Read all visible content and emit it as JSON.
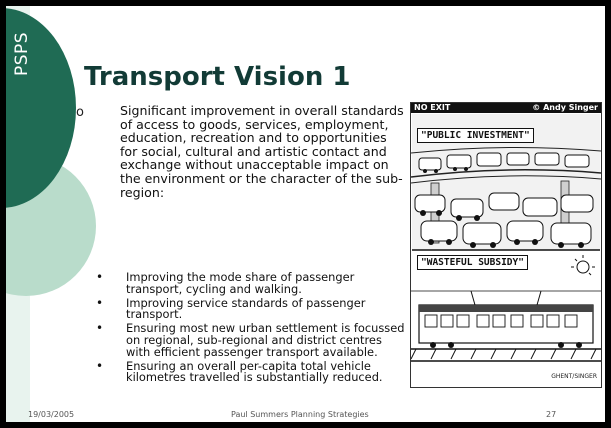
{
  "sidebar": {
    "label": "PSPS"
  },
  "slide": {
    "title": "Transport Vision 1",
    "main_bullet_symbol": "o",
    "main_bullet": "Significant improvement in overall standards of access to goods, services, employment, education, recreation and to opportunities for social, cultural and artistic contact and exchange without unacceptable impact on the environment or the character of the sub-region:",
    "sub_bullet_symbol": "•",
    "sub_bullets": [
      "Improving the mode share of passenger transport, cycling and walking.",
      "Improving service standards of passenger transport.",
      "Ensuring most new urban settlement is focussed on regional, sub-regional and district centres with efficient passenger transport available.",
      "Ensuring an overall per-capita total vehicle kilometres travelled is substantially reduced."
    ]
  },
  "cartoon": {
    "header_left": "NO EXIT",
    "header_right": "© Andy Singer",
    "sign_top": "\"PUBLIC INVESTMENT\"",
    "sign_bottom": "\"WASTEFUL SUBSIDY\"",
    "signature": "GHENT/SINGER"
  },
  "footer": {
    "date": "19/03/2005",
    "center": "Paul Summers Planning Strategies",
    "page": "27"
  }
}
